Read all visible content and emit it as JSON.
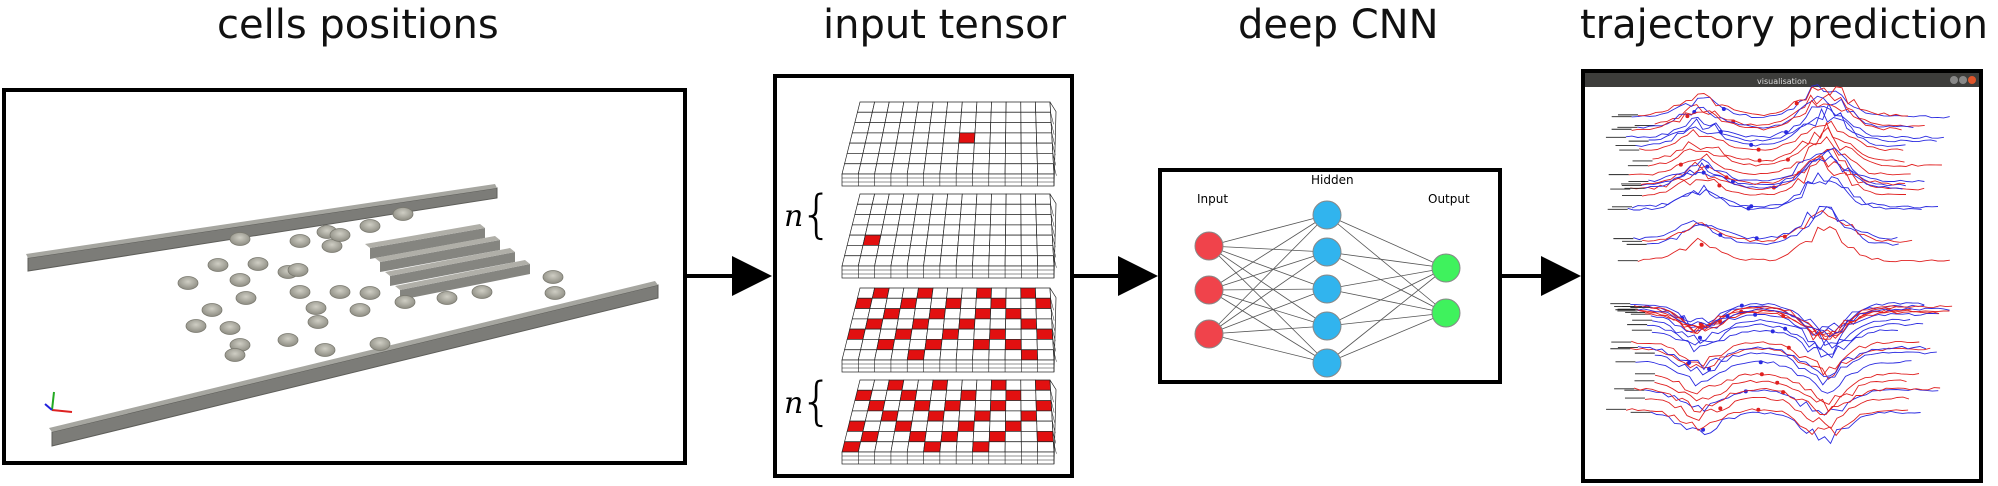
{
  "stages": [
    {
      "title": "cells positions"
    },
    {
      "title": "input tensor"
    },
    {
      "title": "deep CNN"
    },
    {
      "title": "trajectory prediction"
    }
  ],
  "tensor": {
    "n_label": "n",
    "layers": [
      {
        "name": "sparse-top",
        "red": [
          [
            7,
            3
          ]
        ]
      },
      {
        "name": "sparse-bottom",
        "red": [
          [
            1,
            4
          ]
        ]
      },
      {
        "name": "dense-top",
        "red": [
          [
            1,
            0
          ],
          [
            4,
            0
          ],
          [
            8,
            0
          ],
          [
            11,
            0
          ],
          [
            0,
            1
          ],
          [
            3,
            1
          ],
          [
            6,
            1
          ],
          [
            9,
            1
          ],
          [
            12,
            1
          ],
          [
            2,
            2
          ],
          [
            5,
            2
          ],
          [
            8,
            2
          ],
          [
            10,
            2
          ],
          [
            1,
            3
          ],
          [
            4,
            3
          ],
          [
            7,
            3
          ],
          [
            11,
            3
          ],
          [
            0,
            4
          ],
          [
            3,
            4
          ],
          [
            6,
            4
          ],
          [
            9,
            4
          ],
          [
            12,
            4
          ],
          [
            2,
            5
          ],
          [
            5,
            5
          ],
          [
            8,
            5
          ],
          [
            10,
            5
          ],
          [
            4,
            6
          ],
          [
            11,
            6
          ]
        ]
      },
      {
        "name": "dense-bottom",
        "red": [
          [
            2,
            0
          ],
          [
            5,
            0
          ],
          [
            9,
            0
          ],
          [
            12,
            0
          ],
          [
            0,
            1
          ],
          [
            3,
            1
          ],
          [
            7,
            1
          ],
          [
            10,
            1
          ],
          [
            1,
            2
          ],
          [
            4,
            2
          ],
          [
            6,
            2
          ],
          [
            9,
            2
          ],
          [
            12,
            2
          ],
          [
            2,
            3
          ],
          [
            5,
            3
          ],
          [
            8,
            3
          ],
          [
            11,
            3
          ],
          [
            0,
            4
          ],
          [
            3,
            4
          ],
          [
            7,
            4
          ],
          [
            10,
            4
          ],
          [
            1,
            5
          ],
          [
            4,
            5
          ],
          [
            6,
            5
          ],
          [
            9,
            5
          ],
          [
            12,
            5
          ],
          [
            0,
            6
          ],
          [
            5,
            6
          ],
          [
            8,
            6
          ]
        ]
      }
    ]
  },
  "network": {
    "input_label": "Input",
    "hidden_label": "Hidden",
    "output_label": "Output",
    "input_nodes": 3,
    "hidden_nodes": 5,
    "output_nodes": 2,
    "colors": {
      "input": "#f0434b",
      "hidden": "#31b4ee",
      "output": "#3ff25d",
      "edge": "#555555"
    }
  },
  "viewer": {
    "window_title": "visualisation",
    "colors": {
      "blue": "#2a2ae0",
      "red": "#e02020",
      "black": "#222222"
    }
  }
}
